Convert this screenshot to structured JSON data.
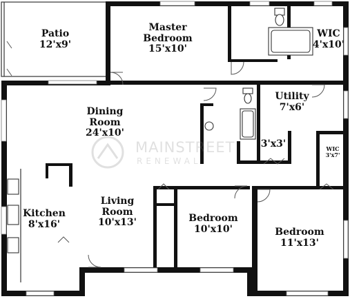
{
  "rooms": {
    "patio": {
      "name": "Patio",
      "size": "12'x9'"
    },
    "master_bedroom": {
      "name_line1": "Master",
      "name_line2": "Bedroom",
      "size": "15'x10'"
    },
    "wic_master": {
      "name": "WIC",
      "size": "4'x10'"
    },
    "dining": {
      "name_line1": "Dining",
      "name_line2": "Room",
      "size": "24'x10'"
    },
    "utility": {
      "name": "Utility",
      "size": "7'x6'"
    },
    "closet_small": {
      "size": "3'x3'"
    },
    "wic_hall": {
      "name": "WIC",
      "size": "3'x7'"
    },
    "kitchen": {
      "name": "Kitchen",
      "size": "8'x16'"
    },
    "living": {
      "name_line1": "Living",
      "name_line2": "Room",
      "size": "10'x13'"
    },
    "bedroom_a": {
      "name": "Bedroom",
      "size": "10'x10'"
    },
    "bedroom_b": {
      "name": "Bedroom",
      "size": "11'x13'"
    }
  },
  "watermark": {
    "line1": "MAINSTREET",
    "line2": "RENEWAL"
  },
  "colors": {
    "wall": "#111111",
    "background": "#ffffff"
  }
}
